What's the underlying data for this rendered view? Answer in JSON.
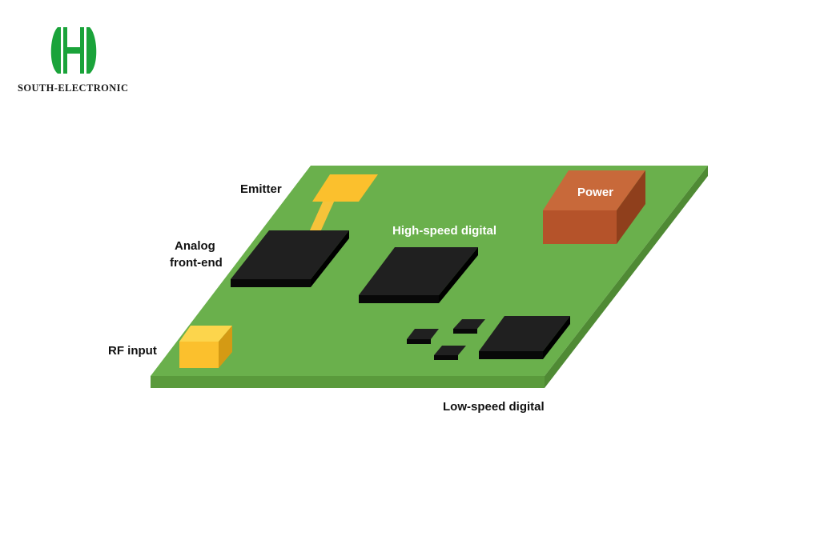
{
  "brand": {
    "name": "SOUTH-ELECTRONIC",
    "logo_icon": "leaf-bars-logo",
    "logo_color": "#1aa33a"
  },
  "diagram": {
    "board_color": "#6ab04c",
    "chip_color": "#1c1c1c",
    "rf_block_color": "#fbc02d",
    "power_block_color": "#b5532a",
    "labels": {
      "emitter": "Emitter",
      "analog_line1": "Analog",
      "analog_line2": "front-end",
      "high_speed": "High-speed digital",
      "power": "Power",
      "rf_input": "RF input",
      "low_speed": "Low-speed digital"
    }
  }
}
